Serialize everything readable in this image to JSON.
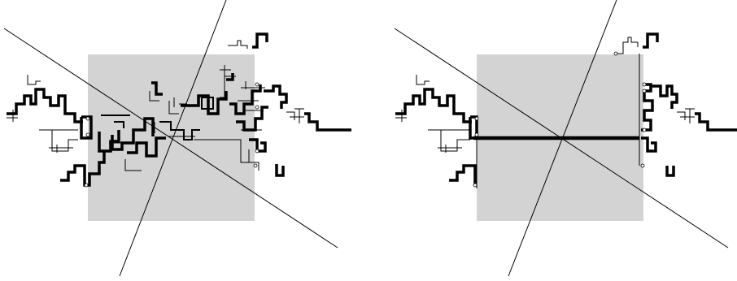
{
  "figure": {
    "panels": [
      {
        "id": "left",
        "variant": "before"
      },
      {
        "id": "right",
        "variant": "after"
      }
    ],
    "colors": {
      "background": "#ffffff",
      "region": "#d3d3d3",
      "stroke": "#000000",
      "node_fill": "#ffffff"
    }
  }
}
